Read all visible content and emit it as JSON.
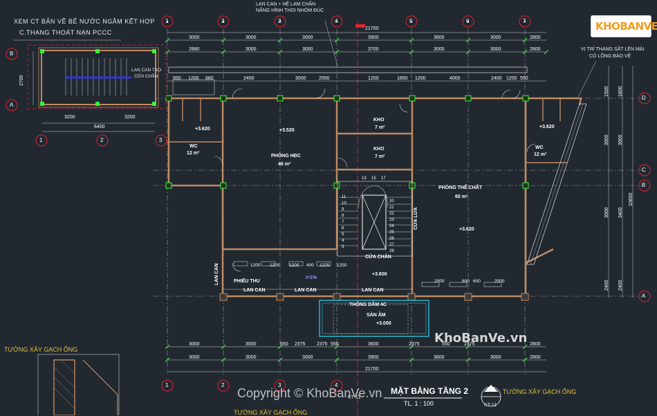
{
  "watermark_logo": "KHOBANVE",
  "watermark_site": "KhoBanVe.vn",
  "copyright": "Copyright © KhoBanVe.vn",
  "notes": {
    "ct_be_nuoc": "XEM CT BẢN VẼ BỂ NƯỚC NGẦM KẾT HỢP",
    "thang_thoat_nan": "C.THANG THOÁT NẠN PCCC",
    "lan_can_top_1": "LAN CAN + HỆ LAM CHẮN",
    "lan_can_top_2": "NẮNG HÌNH THOI NHÔM ĐÚC",
    "vi_tri_thang_1": "VỊ TRÍ THANG SẮT LÊN MÁI",
    "vi_tri_thang_2": "CÓ LỒNG BẢO VỆ",
    "lan_can_tao": "LAN CAN TẠO",
    "cua_chan": "CỬA CHẮN"
  },
  "title": {
    "main": "MẶT BẰNG TẦNG 2",
    "scale": "TL. 1 : 100",
    "section_mark": "KT-11",
    "section_no": "2"
  },
  "wall_labels": {
    "left": "TƯỜNG XÂY GẠCH ỐNG",
    "right": "TƯỜNG XÂY GẠCH ỐNG",
    "bottom": "TƯỜNG XÂY GẠCH ỐNG"
  },
  "rooms": {
    "wc_left": "WC",
    "wc_left_area": "12 m²",
    "wc_right": "WC",
    "wc_right_area": "12 m²",
    "phong_hdc": "PHÒNG HĐC",
    "phong_hdc_area": "46 m²",
    "kho1": "KHO",
    "kho1_area": "7 m²",
    "kho2": "KHO",
    "kho2_area": "7 m²",
    "phong_the_chat": "PHÒNG THỂ CHẤT",
    "phong_the_chat_area": "60 m²",
    "cua_chan": "CỬA CHẮN",
    "cua_lua": "CỬA LỬA",
    "phieu_thu": "PHIẾU THU",
    "thong_dam": "THÔNG DẦM 4C",
    "san_am": "SÀN ÂM",
    "lan_can_1": "LAN CAN",
    "lan_can_2": "LAN CAN",
    "lan_can_3": "LAN CAN",
    "lan_can_v": "LAN CAN"
  },
  "levels": {
    "l1": "+3.620",
    "l2": "+3.520",
    "l3": "+3.620",
    "l4": "+3.600",
    "l5": "+3.000",
    "l6": "+3.620",
    "slope": "i=1%"
  },
  "axes": {
    "top": [
      "1",
      "2",
      "3",
      "4",
      "5",
      "6",
      "7"
    ],
    "right": [
      "D",
      "C",
      "B",
      "A"
    ],
    "left_mini": [
      "B",
      "A"
    ],
    "bottom_mini": [
      "1",
      "2",
      "3"
    ]
  },
  "dims": {
    "top_total": "21700",
    "top_row1": [
      "3000",
      "3000",
      "3000",
      "3900",
      "3600",
      "3000",
      "2800"
    ],
    "top_row2": [
      "2880",
      "3000",
      "3000",
      "3700",
      "3000",
      "3000",
      "2800"
    ],
    "top_row3": [
      "550",
      "1200",
      "660",
      "2400",
      "3000",
      "2050",
      "1200",
      "1650",
      "1200",
      "4000",
      "2400",
      "1200",
      "550"
    ],
    "bottom_row1": [
      "3000",
      "3000",
      "550",
      "2375",
      "2375",
      "550",
      "3600",
      "2375",
      "550",
      "2375",
      "2800"
    ],
    "bottom_row2": [
      "3000",
      "3000",
      "3000",
      "3900",
      "3600",
      "3000",
      "2800"
    ],
    "bottom_total": "21700",
    "right_outer": [
      "1500",
      "3900",
      "3000",
      "2400"
    ],
    "right_inner": [
      "1800",
      "3900",
      "3400",
      "2400"
    ],
    "right_total": "10600",
    "mini_bottom": [
      "3200",
      "3200"
    ],
    "mini_total": "6400",
    "mini_left": "2700",
    "inner_h": [
      "1200",
      "1200",
      "1200",
      "400",
      "1225",
      "1250"
    ],
    "inner_h2": [
      "2000",
      "600",
      "600",
      "2000"
    ],
    "stair_nums_left": [
      "11",
      "10",
      "9",
      "8",
      "7",
      "6",
      "5",
      "4",
      "3"
    ],
    "stair_nums_right": [
      "20",
      "21",
      "22",
      "23",
      "24",
      "25",
      "26",
      "27",
      "28"
    ],
    "stair_top": [
      "13",
      "15",
      "17"
    ]
  }
}
